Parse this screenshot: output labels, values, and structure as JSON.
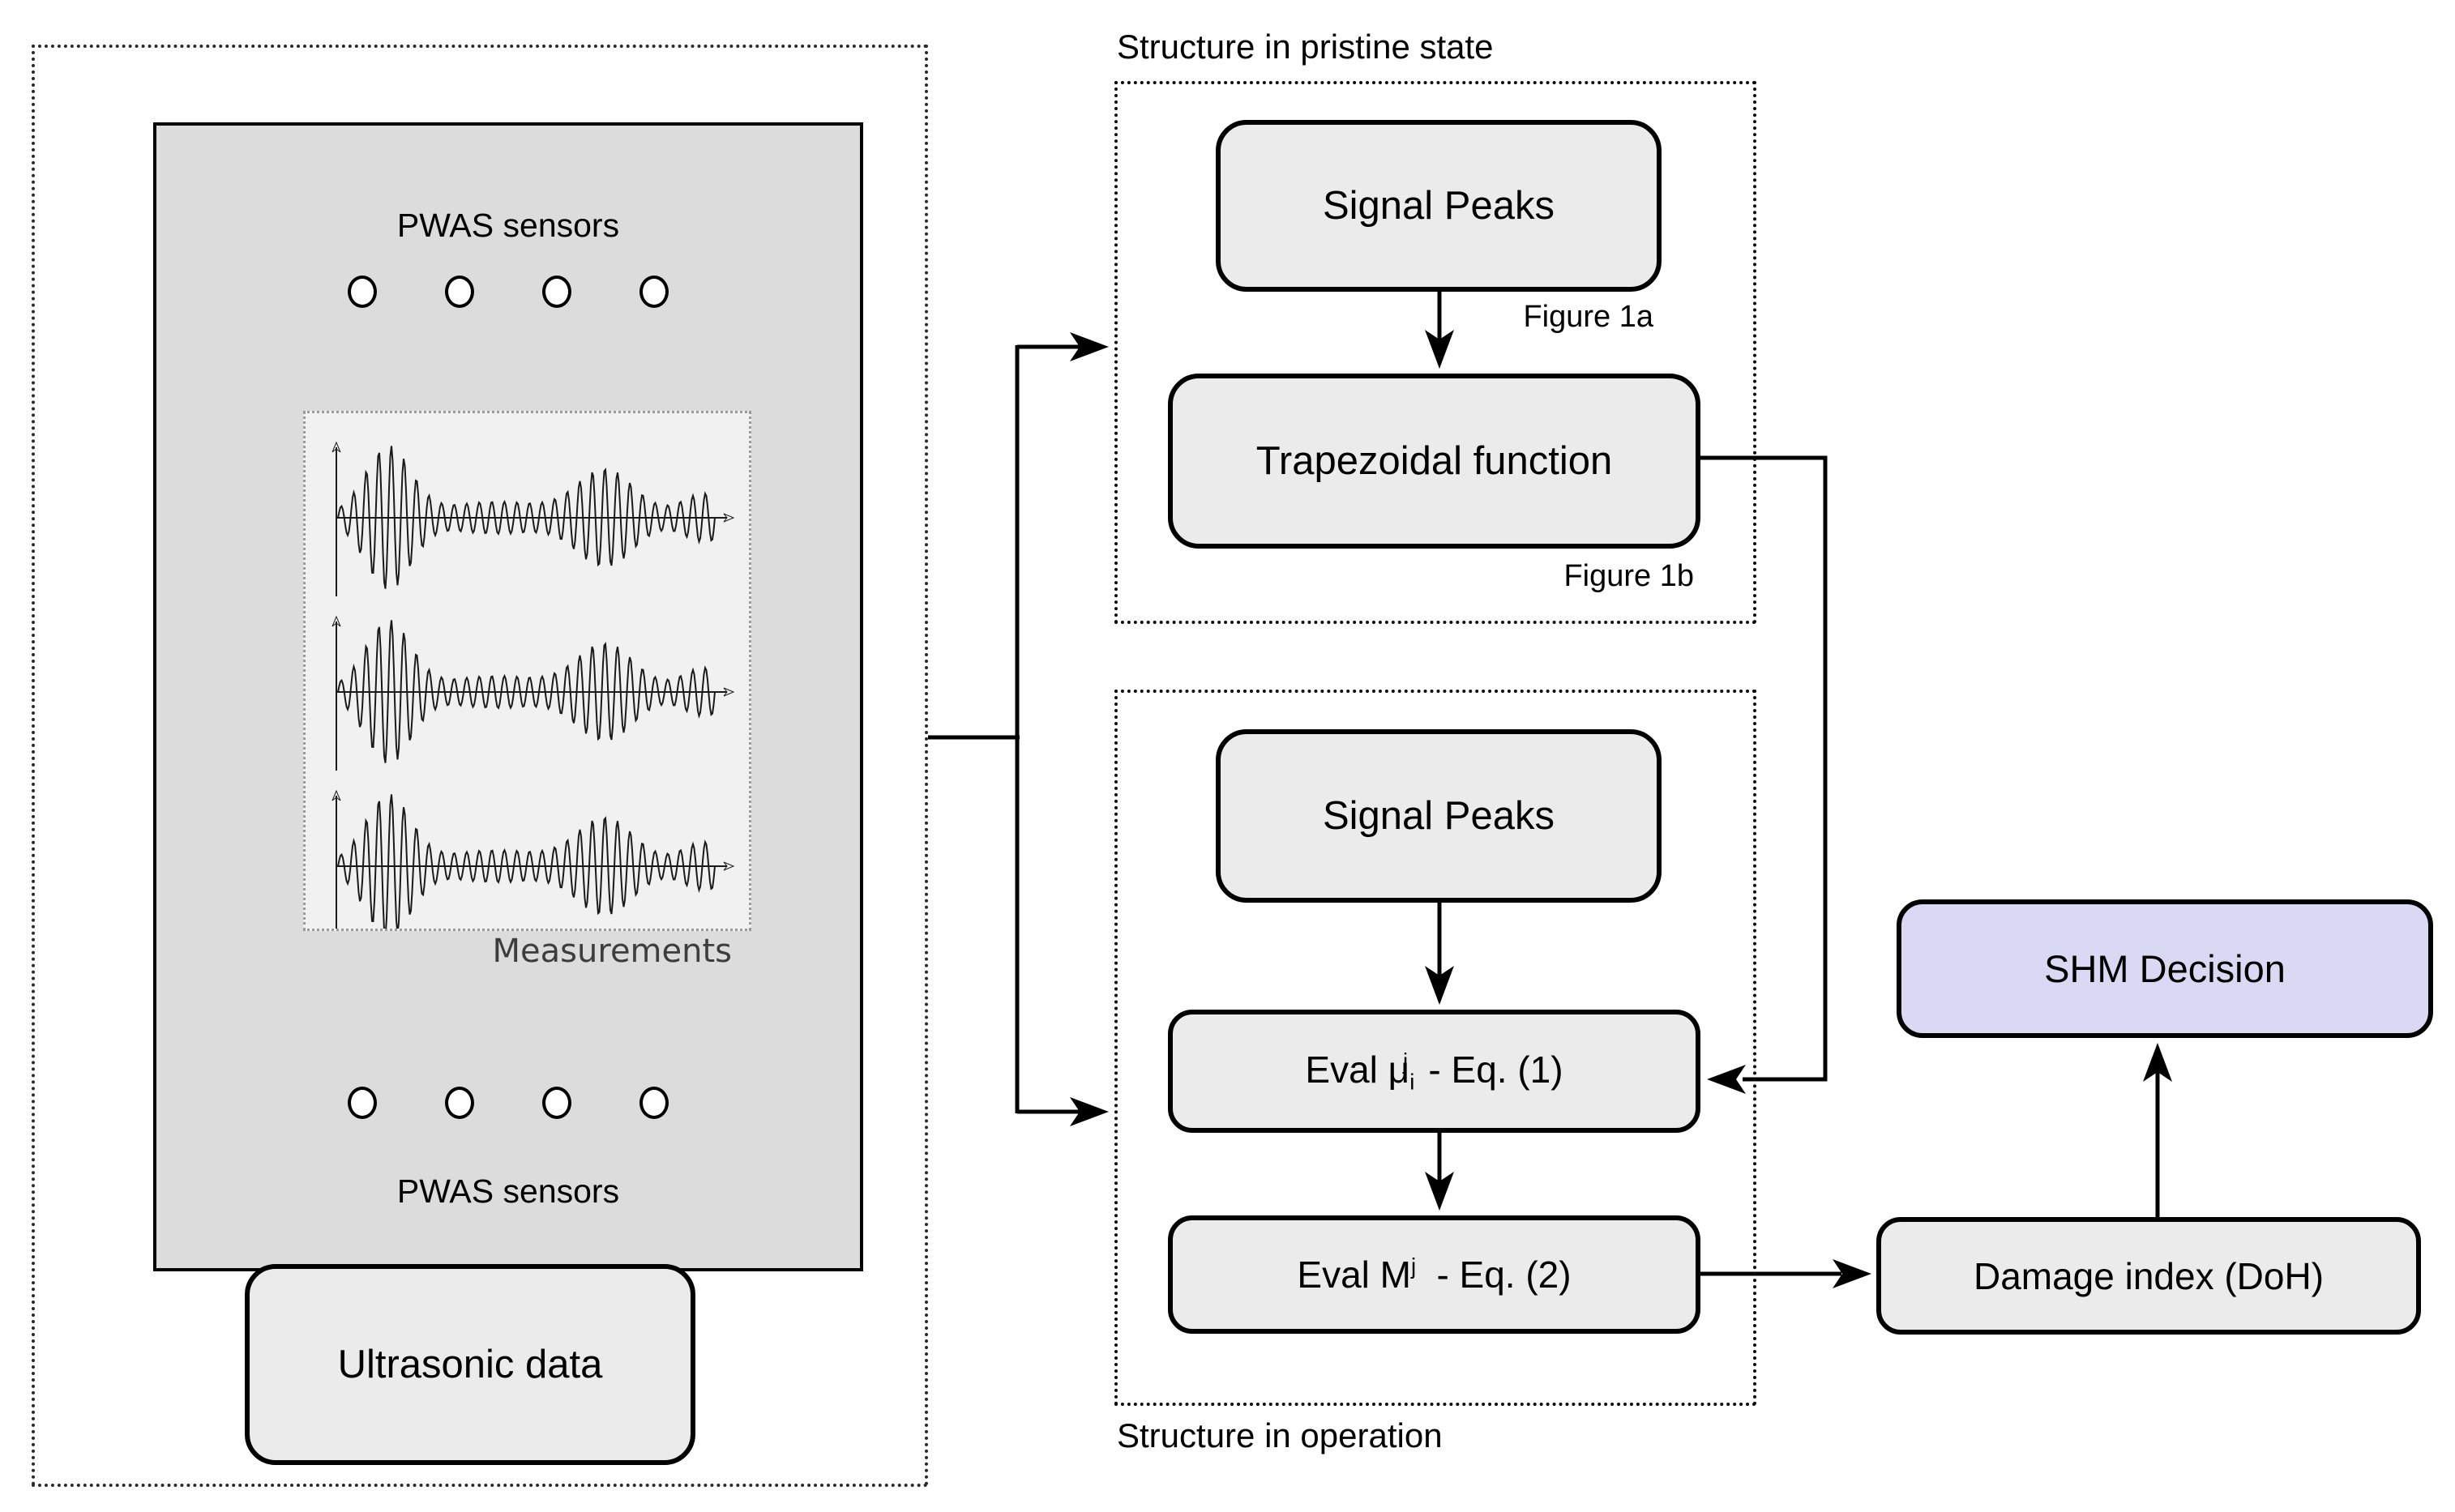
{
  "diagram": {
    "left_panel": {
      "pwas_top_label": "PWAS sensors",
      "pwas_bottom_label": "PWAS sensors",
      "sensor_count_per_row": 4,
      "measurements_label": "Measurements",
      "waveform_count": 3,
      "ultrasonic_label": "Ultrasonic data"
    },
    "pristine": {
      "title": "Structure in pristine state",
      "signal_peaks_label": "Signal Peaks",
      "figure_1a_label": "Figure 1a",
      "trapezoidal_label": "Trapezoidal function",
      "figure_1b_label": "Figure 1b"
    },
    "operation": {
      "title": "Structure in operation",
      "signal_peaks_label": "Signal Peaks",
      "eval_mu": {
        "prefix": "Eval μ",
        "sub": "i",
        "sup": "j",
        "suffix": "- Eq. (1)"
      },
      "eval_m": {
        "prefix": "Eval M",
        "sup": "j",
        "suffix": "- Eq. (2)"
      }
    },
    "outputs": {
      "shm_decision_label": "SHM Decision",
      "damage_index_label": "Damage index (DoH)"
    }
  },
  "colors": {
    "plate-fill": "#dcdcdc",
    "panel-fill": "#f1f1f1",
    "box-fill": "#ebebeb",
    "decision-fill": "#d9d9f3",
    "muted-text": "#3d3d3d",
    "line": "#000000"
  }
}
